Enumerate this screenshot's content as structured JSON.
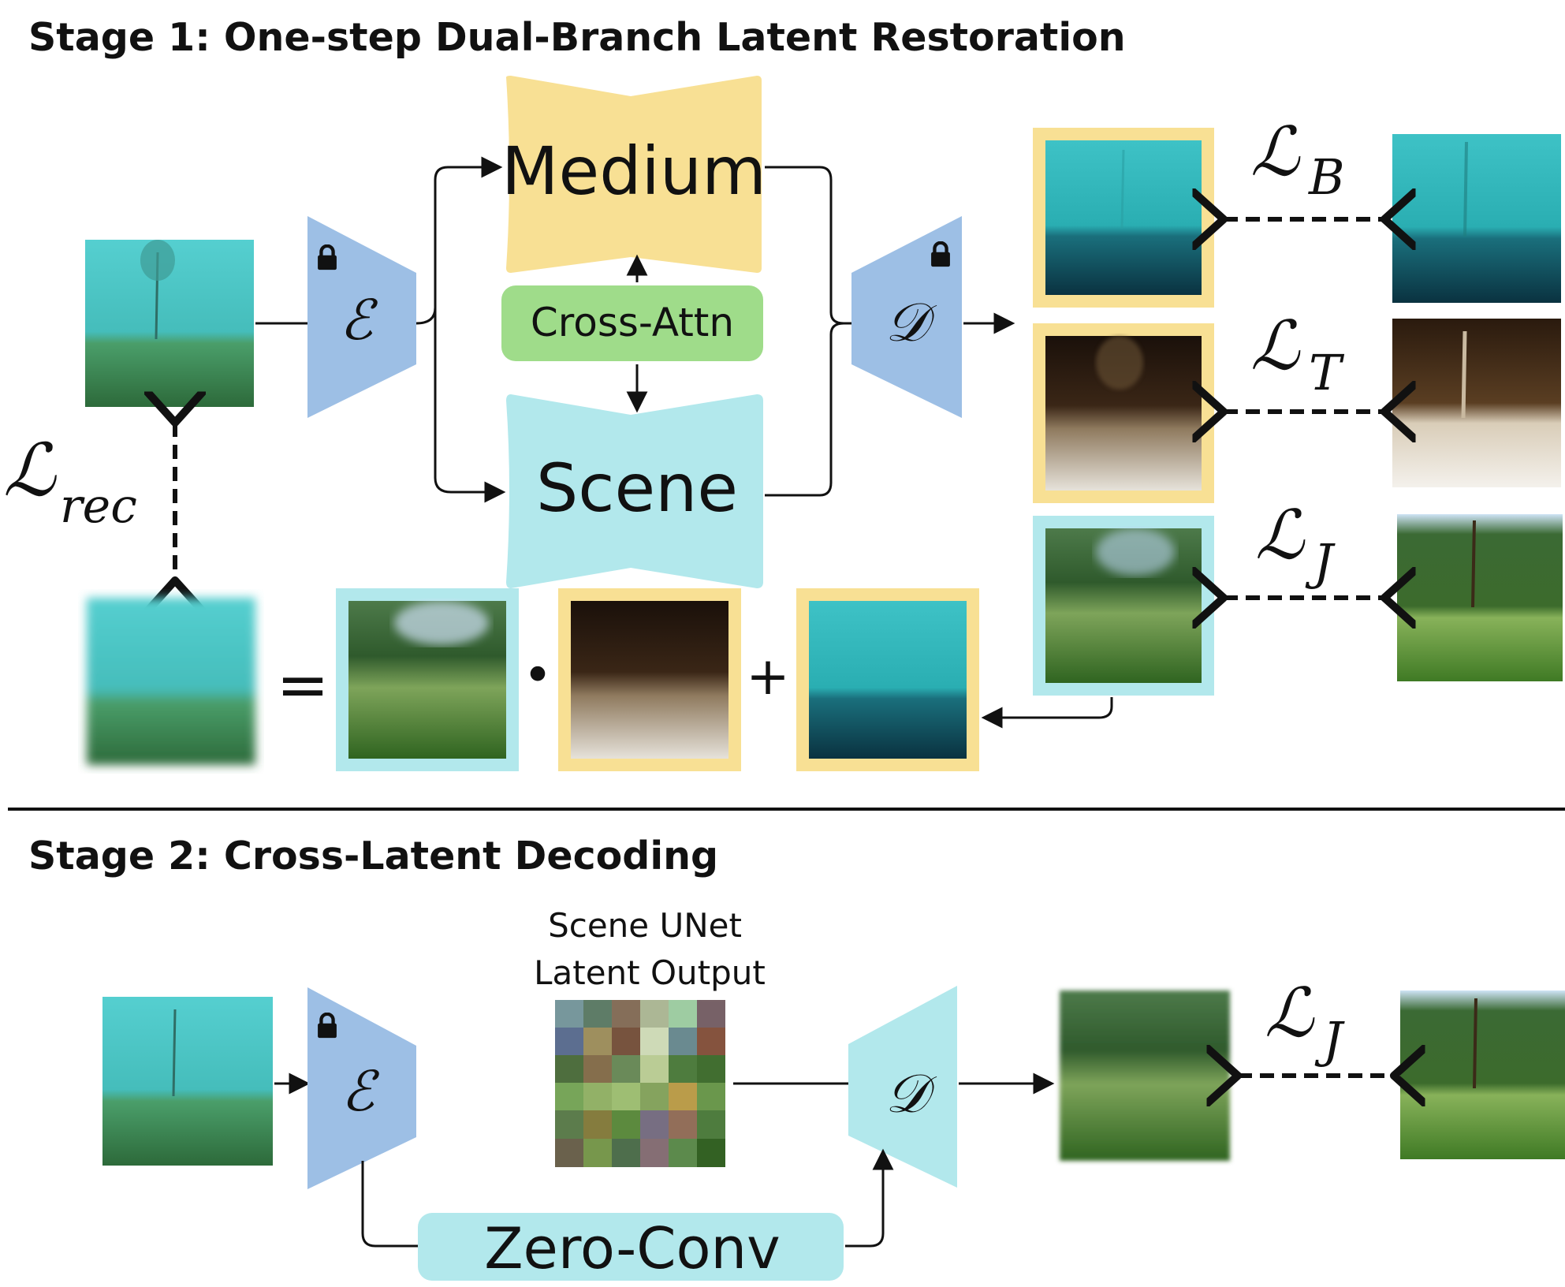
{
  "stage1": {
    "title": "Stage 1: One-step Dual-Branch Latent Restoration",
    "medium_label": "Medium",
    "scene_label": "Scene",
    "cross_attn_label": "Cross-Attn",
    "encoder_symbol": "ℰ",
    "decoder_symbol": "𝒟",
    "equals_symbol": "=",
    "dot_symbol": "•",
    "plus_symbol": "+",
    "loss_rec": {
      "script": "ℒ",
      "sub": "rec"
    },
    "loss_b": {
      "script": "ℒ",
      "sub": "B"
    },
    "loss_t": {
      "script": "ℒ",
      "sub": "T"
    },
    "loss_j": {
      "script": "ℒ",
      "sub": "J"
    }
  },
  "stage2": {
    "title": "Stage 2: Cross-Latent Decoding",
    "latent_caption_line1": "Scene UNet",
    "latent_caption_line2": "Latent Output",
    "zero_conv_label": "Zero-Conv",
    "encoder_symbol": "ℰ",
    "decoder_symbol": "𝒟",
    "loss_j": {
      "script": "ℒ",
      "sub": "J"
    }
  },
  "colors": {
    "medium_yellow": "#f8e094",
    "scene_cyan": "#b2e8ec",
    "cross_attn_green": "#9fdc8a",
    "encoder_blue": "#9dbfe5",
    "decoder_stage2_cyan": "#b2e8ec",
    "frame_yellow": "#f8e094",
    "frame_cyan": "#b2e8ec"
  },
  "icons": [
    "lock-icon"
  ]
}
